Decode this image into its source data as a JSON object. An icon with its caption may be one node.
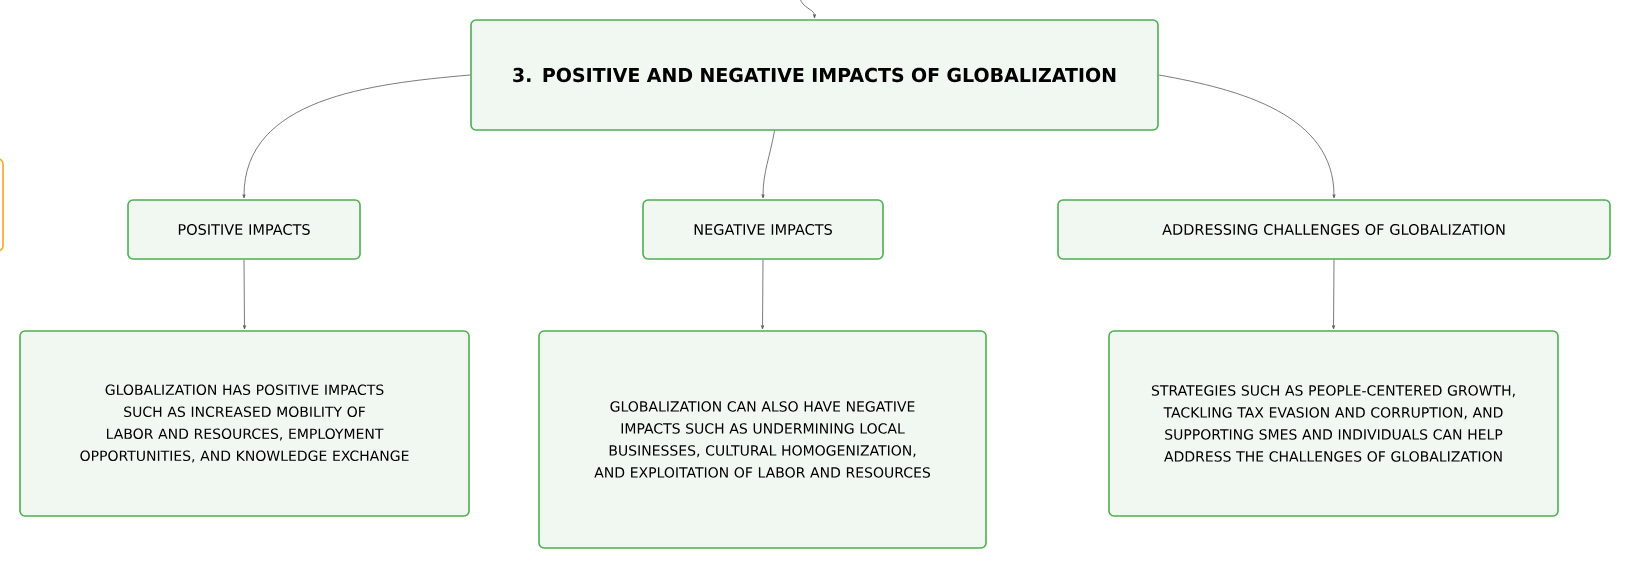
{
  "diagram": {
    "nodes": [
      {
        "text": [
          "3. POSITIVE AND NEGATIVE IMPACTS OF GLOBALIZATION"
        ]
      },
      {
        "text": [
          "POSITIVE IMPACTS"
        ]
      },
      {
        "text": [
          "NEGATIVE IMPACTS"
        ]
      },
      {
        "text": [
          "ADDRESSING CHALLENGES OF GLOBALIZATION"
        ]
      },
      {
        "text": [
          "GLOBALIZATION HAS POSITIVE IMPACTS SUCH AS INCREASED MOBILITY OF LABOR AND RESOURCES, EMPLOYMENT OPPORTUNITIES, AND KNOWLEDGE EXCHANGE"
        ]
      },
      {
        "text": [
          "GLOBALIZATION CAN ALSO HAVE NEGATIVE IMPACTS SUCH AS UNDERMINING LOCAL BUSINESSES, CULTURAL HOMOGENIZATION, AND EXPLOITATION OF LABOR AND RESOURCES"
        ]
      },
      {
        "text": [
          "STRATEGIES SUCH AS PEOPLE-CENTERED GROWTH, TACKLING TAX EVASION AND CORRUPTION, AND SUPPORTING SMES AND INDIVIDUALS CAN HELP ADDRESS THE CHALLENGES OF GLOBALIZATION"
        ]
      },
      {
        "text": [],
        "shape": "box"
      }
    ],
    "edges": [
      {
        "from": null,
        "to": 0,
        "arrow": "to"
      },
      {
        "from": 0,
        "to": 1,
        "arrow": "to"
      },
      {
        "from": 0,
        "to": 2,
        "arrow": "to"
      },
      {
        "from": 0,
        "to": 3,
        "arrow": "to"
      },
      {
        "from": 1,
        "to": 4,
        "arrow": "to"
      },
      {
        "from": 2,
        "to": 5,
        "arrow": "to"
      },
      {
        "from": 3,
        "to": 6,
        "arrow": "to"
      }
    ]
  }
}
